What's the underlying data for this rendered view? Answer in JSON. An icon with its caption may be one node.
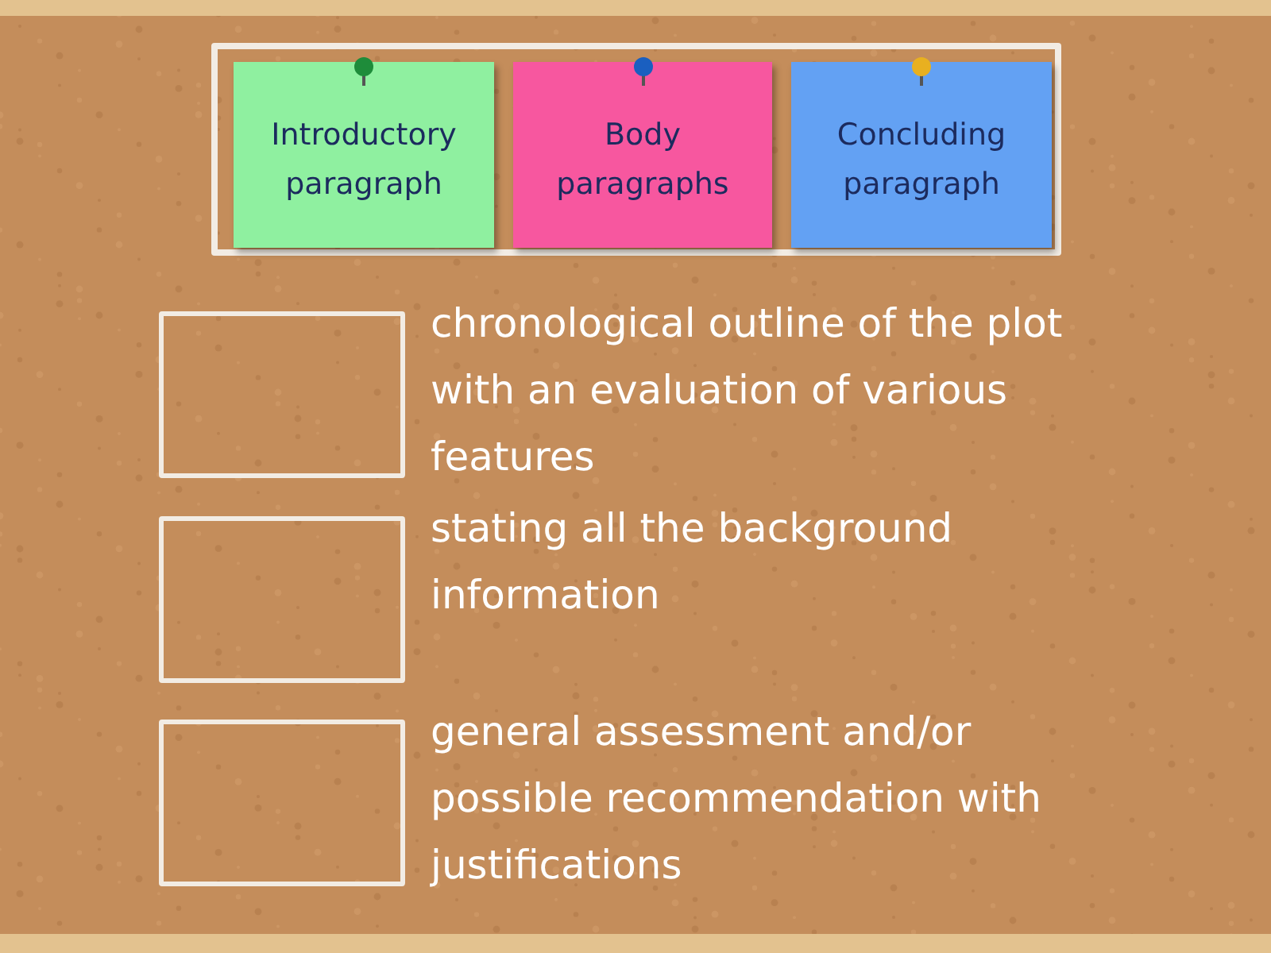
{
  "diagram": {
    "nodes": [
      {
        "text": [],
        "shape": "box"
      },
      {
        "text": [
          "Introductory paragraph"
        ],
        "in": 0
      },
      {
        "text": [
          "Body paragraphs"
        ],
        "in": 0
      },
      {
        "text": [
          "Concluding paragraph"
        ],
        "in": 0
      },
      {
        "text": [],
        "shape": "box",
        "beside": [
          "chronological outline of the plot with an evaluation of various features"
        ]
      },
      {
        "text": [],
        "shape": "box",
        "beside": [
          "stating all the background information"
        ]
      },
      {
        "text": [],
        "shape": "box",
        "beside": [
          "general assessment and/or possible recommendation with justifications"
        ]
      }
    ]
  }
}
